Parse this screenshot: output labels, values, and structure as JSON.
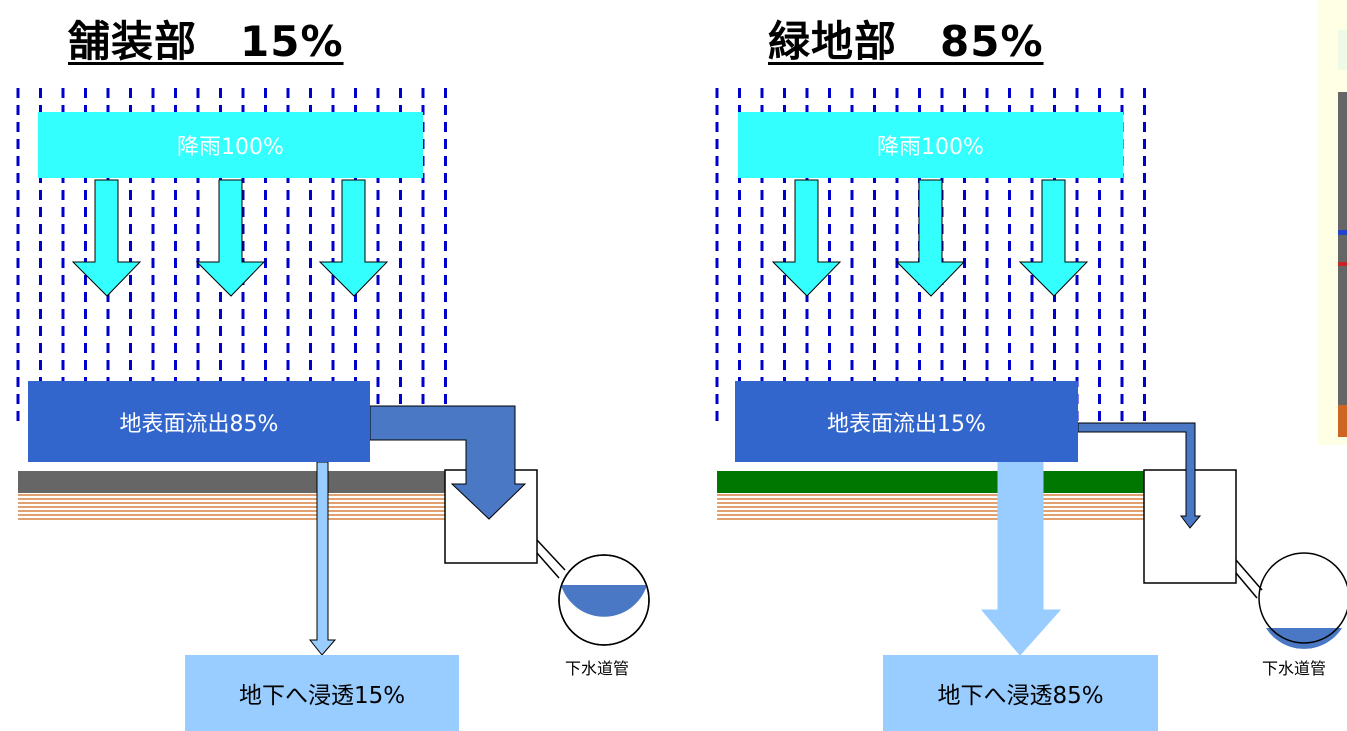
{
  "panels": [
    {
      "id": "paved",
      "title": "舗装部　15%",
      "rain_label": "降雨100%",
      "runoff_label": "地表面流出85%",
      "infiltration_label": "地下へ浸透15%",
      "pipe_label": "下水道管",
      "surface_type": "paved",
      "surface_color": "#666666",
      "runoff_percent": 85,
      "infiltration_percent": 15
    },
    {
      "id": "green",
      "title": "緑地部　85%",
      "rain_label": "降雨100%",
      "runoff_label": "地表面流出15%",
      "infiltration_label": "地下へ浸透85%",
      "pipe_label": "下水道管",
      "surface_type": "green",
      "surface_color": "#007700",
      "runoff_percent": 15,
      "infiltration_percent": 85
    }
  ],
  "colors": {
    "rain_box": "#33ffff",
    "rain_arrow": "#33ffff",
    "rain_dash": "#0000cc",
    "runoff_box": "#3366cc",
    "runoff_arrow": "#4477c4",
    "infiltration": "#99ccff",
    "soil_stripe": "#e0a070"
  }
}
